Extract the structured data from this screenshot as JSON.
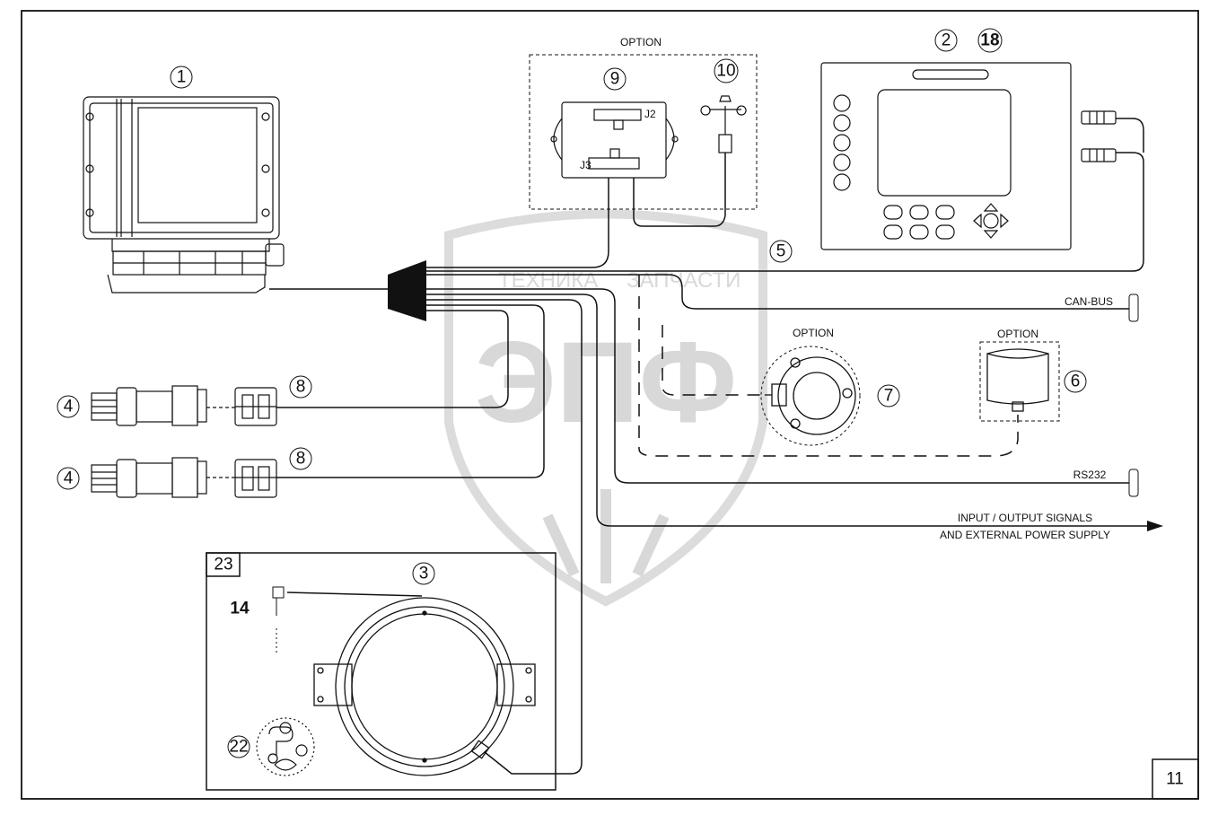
{
  "callouts": {
    "c1": "1",
    "c2": "2",
    "c3": "3",
    "c4a": "4",
    "c4b": "4",
    "c5": "5",
    "c6": "6",
    "c7": "7",
    "c8a": "8",
    "c8b": "8",
    "c9": "9",
    "c10": "10",
    "c11": "11",
    "c14": "14",
    "c18": "18",
    "c22": "22",
    "c23": "23"
  },
  "labels": {
    "option_top": "OPTION",
    "option_sensor7": "OPTION",
    "option_sensor6": "OPTION",
    "can_bus": "CAN-BUS",
    "rs232": "RS232",
    "io_line1": "INPUT / OUTPUT SIGNALS",
    "io_line2": "AND EXTERNAL POWER SUPPLY",
    "module_j2": "J2",
    "module_j3": "J3"
  },
  "watermark": {
    "brand_left": "ТЕХНИКА",
    "brand_right": "ЗАПЧАСТИ",
    "monogram": "ЭПФ"
  },
  "colors": {
    "line": "#111111",
    "watermark": "#d8d8d8",
    "background": "#ffffff"
  }
}
